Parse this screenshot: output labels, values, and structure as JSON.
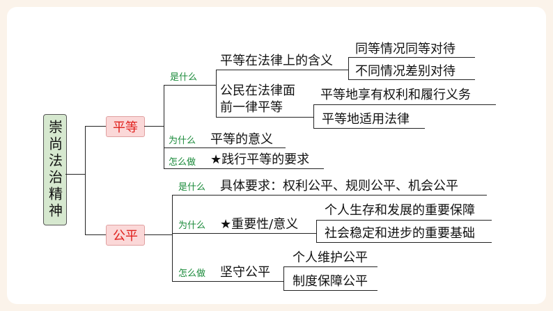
{
  "root": "崇尚法治精神",
  "equality": {
    "label": "平等",
    "what_tag": "是什么",
    "meaning": "平等在法律上的含义",
    "meaning_items": [
      "同等情况同等对待",
      "不同情况差别对待"
    ],
    "citizens_line1": "公民在法律面",
    "citizens_line2": "前一律平等",
    "citizens_items": [
      "平等地享有权利和履行义务",
      "平等地适用法律"
    ],
    "why_tag": "为什么",
    "why": "平等的意义",
    "how_tag": "怎么做",
    "how": "★践行平等的要求"
  },
  "fairness": {
    "label": "公平",
    "what_tag": "是什么",
    "what": "具体要求：权利公平、规则公平、机会公平",
    "why_tag": "为什么",
    "why": "★重要性/意义",
    "why_items": [
      "个人生存和发展的重要保障",
      "社会稳定和进步的重要基础"
    ],
    "how_tag": "怎么做",
    "how": "坚守公平",
    "how_items": [
      "个人维护公平",
      "制度保障公平"
    ]
  }
}
